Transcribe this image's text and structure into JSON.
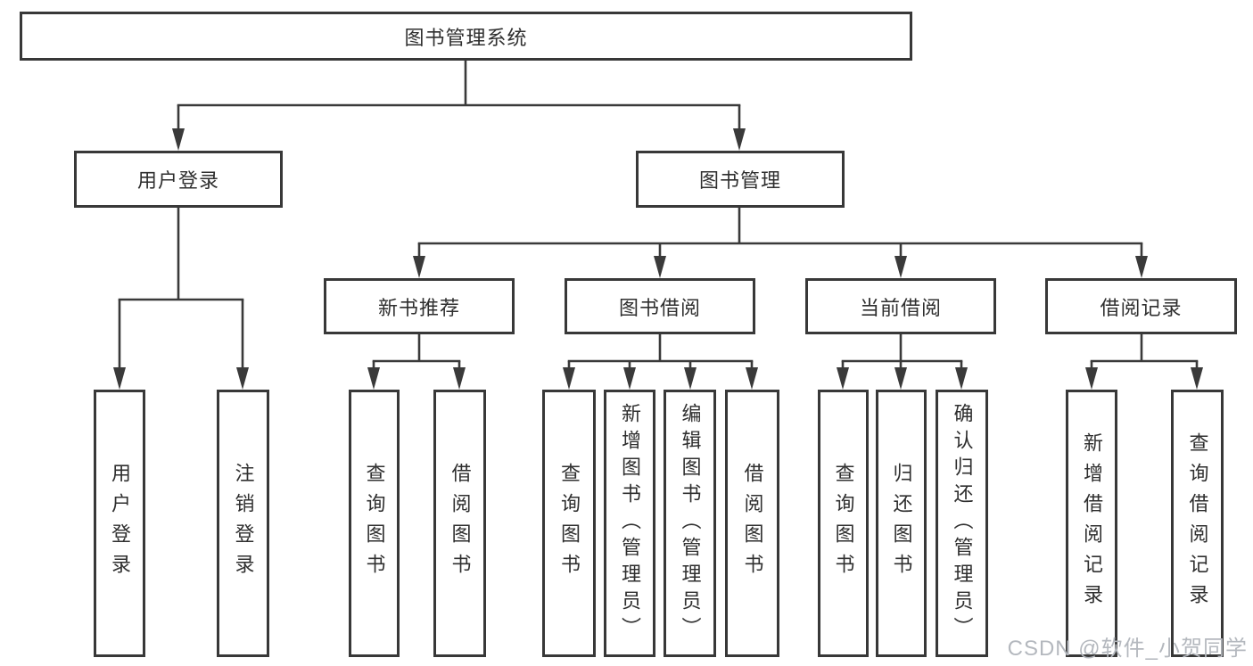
{
  "tree": {
    "root": {
      "label": "图书管理系统"
    },
    "branches": [
      {
        "label": "用户登录",
        "leaves": [
          {
            "label": "用户登录"
          },
          {
            "label": "注销登录"
          }
        ]
      },
      {
        "label": "图书管理",
        "groups": [
          {
            "label": "新书推荐",
            "leaves": [
              {
                "label": "查询图书"
              },
              {
                "label": "借阅图书"
              }
            ]
          },
          {
            "label": "图书借阅",
            "leaves": [
              {
                "label": "查询图书"
              },
              {
                "label": "新增图书（管理员）"
              },
              {
                "label": "编辑图书（管理员）"
              },
              {
                "label": "借阅图书"
              }
            ]
          },
          {
            "label": "当前借阅",
            "leaves": [
              {
                "label": "查询图书"
              },
              {
                "label": "归还图书"
              },
              {
                "label": "确认归还（管理员）"
              }
            ]
          },
          {
            "label": "借阅记录",
            "leaves": [
              {
                "label": "新增借阅记录"
              },
              {
                "label": "查询借阅记录"
              }
            ]
          }
        ]
      }
    ]
  },
  "watermark": "CSDN @软件_小贺同学",
  "colors": {
    "line": "#3a3a3a",
    "border": "#383838",
    "text": "#2f2f2f",
    "watermark": "#b4b8be"
  }
}
